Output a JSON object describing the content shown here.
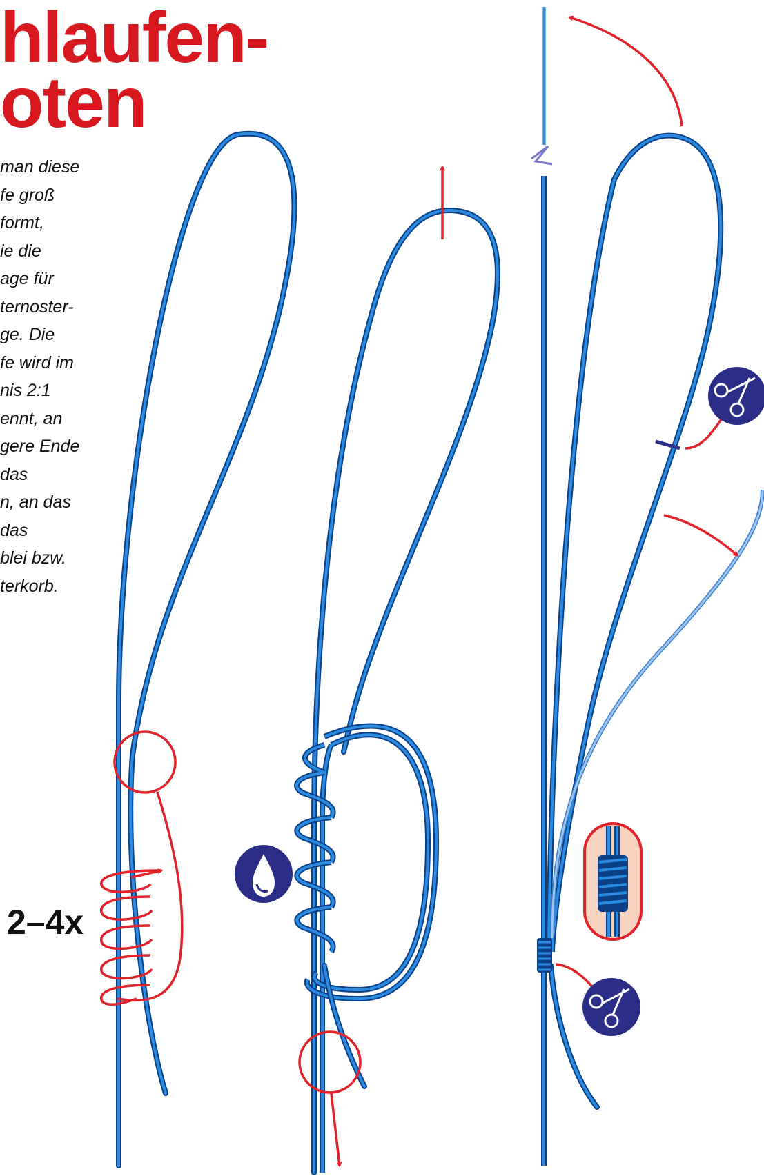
{
  "title": {
    "line1": "hlaufen-",
    "line2": "oten"
  },
  "description_lines": [
    "man diese",
    "fe groß",
    "formt,",
    "ie die",
    "age für",
    "ternoster-",
    "ge. Die",
    "fe wird im",
    "nis 2:1",
    "ennt, an",
    "gere Ende",
    " das",
    "n, an das",
    " das",
    "blei bzw.",
    "terkorb."
  ],
  "repeat_label": "2–4x",
  "icons": {
    "step2": "water-drop-icon",
    "step3_upper": "scissors-icon",
    "step3_lower": "scissors-icon",
    "break_mark": "line-break-icon"
  },
  "colors": {
    "line_blue": "#1d7bd6",
    "line_dark": "#0b3f86",
    "line_light": "#7fb3e6",
    "arrow_red": "#e0222b",
    "badge_navy": "#2b2e86",
    "highlight_fill": "#f8d3c0",
    "title_red": "#d7191f"
  }
}
